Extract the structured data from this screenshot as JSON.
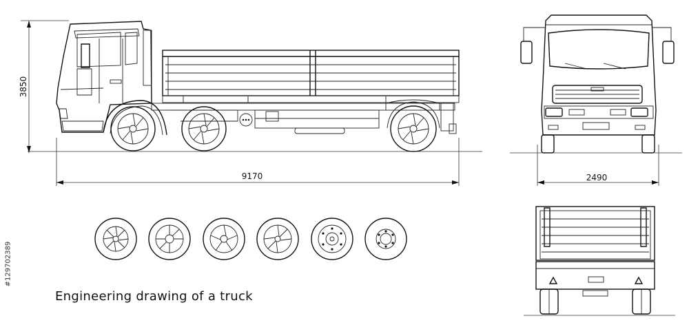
{
  "dimensions": {
    "length": "9170",
    "height": "3850",
    "width": "2490"
  },
  "caption": "Engineering drawing of a truck",
  "stock_id": "#129702389",
  "views": [
    "side-view",
    "front-view",
    "rear-view"
  ],
  "wheel_variants": 6,
  "icons": [
    "hazard-triangle-icon",
    "wheel-rim-icon"
  ],
  "colors": {
    "line": "#111111",
    "background": "#ffffff"
  }
}
